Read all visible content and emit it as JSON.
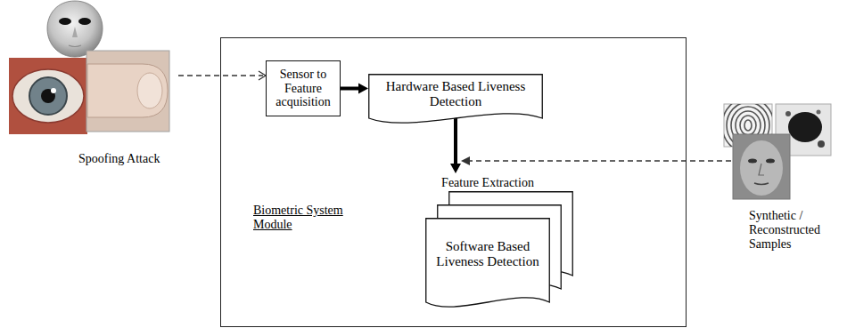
{
  "diagram": {
    "nodes": [
      {
        "text": [
          "Biometric System Module"
        ]
      },
      {
        "text": [
          "Sensor to Feature acquisition"
        ],
        "in": 0
      },
      {
        "text": [
          "Hardware Based Liveness Detection"
        ],
        "in": 0
      },
      {
        "text": [
          "Feature Extraction",
          "Software Based Liveness Detection"
        ],
        "in": 0
      }
    ],
    "edges": [
      {
        "from": 1,
        "to": 2,
        "arrow": "to"
      },
      {
        "from": 2,
        "to": 3,
        "arrow": "to"
      }
    ],
    "labels": [
      "Spoofing Attack",
      "Synthetic / Reconstructed Samples"
    ]
  }
}
